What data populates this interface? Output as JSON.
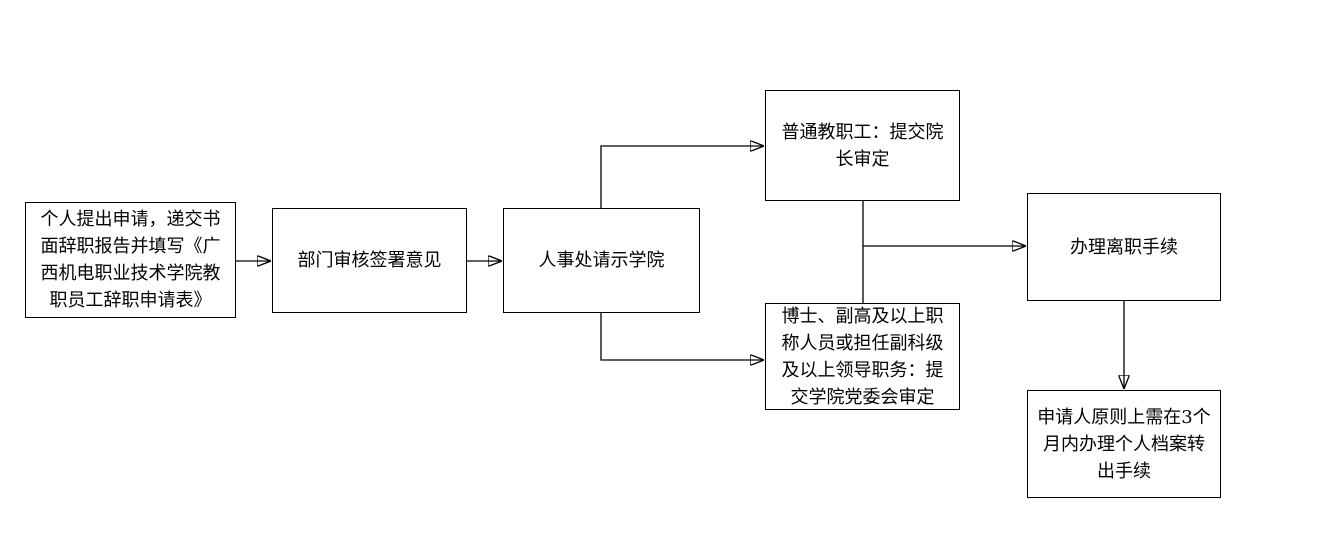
{
  "diagram": {
    "type": "flowchart",
    "colors": {
      "background": "#ffffff",
      "box_fill": "#ffffff",
      "box_border": "#000000",
      "line": "#000000",
      "text": "#000000"
    },
    "nodes": {
      "apply": {
        "text": "个人提出申请，递交书面辞职报告并填写《广西机电职业技术学院教职员工辞职申请表》"
      },
      "dept": {
        "text": "部门审核签署意见"
      },
      "hr": {
        "text": "人事处请示学院"
      },
      "ordinary": {
        "text": "普通教职工：提交院长审定"
      },
      "senior": {
        "text": "博士、副高及以上职称人员或担任副科级及以上领导职务：提交学院党委会审定"
      },
      "leave": {
        "text": "办理离职手续"
      },
      "archive": {
        "text": "申请人原则上需在3个月内办理个人档案转出手续"
      }
    },
    "edges": [
      {
        "from": "apply",
        "to": "dept",
        "arrow": true
      },
      {
        "from": "dept",
        "to": "hr",
        "arrow": true
      },
      {
        "from": "hr",
        "to": "ordinary",
        "arrow": true
      },
      {
        "from": "hr",
        "to": "senior",
        "arrow": true
      },
      {
        "from": "ordinary",
        "to": "leave",
        "arrow": true
      },
      {
        "from": "senior",
        "to": "leave",
        "arrow": true
      },
      {
        "from": "leave",
        "to": "archive",
        "arrow": true
      }
    ]
  }
}
